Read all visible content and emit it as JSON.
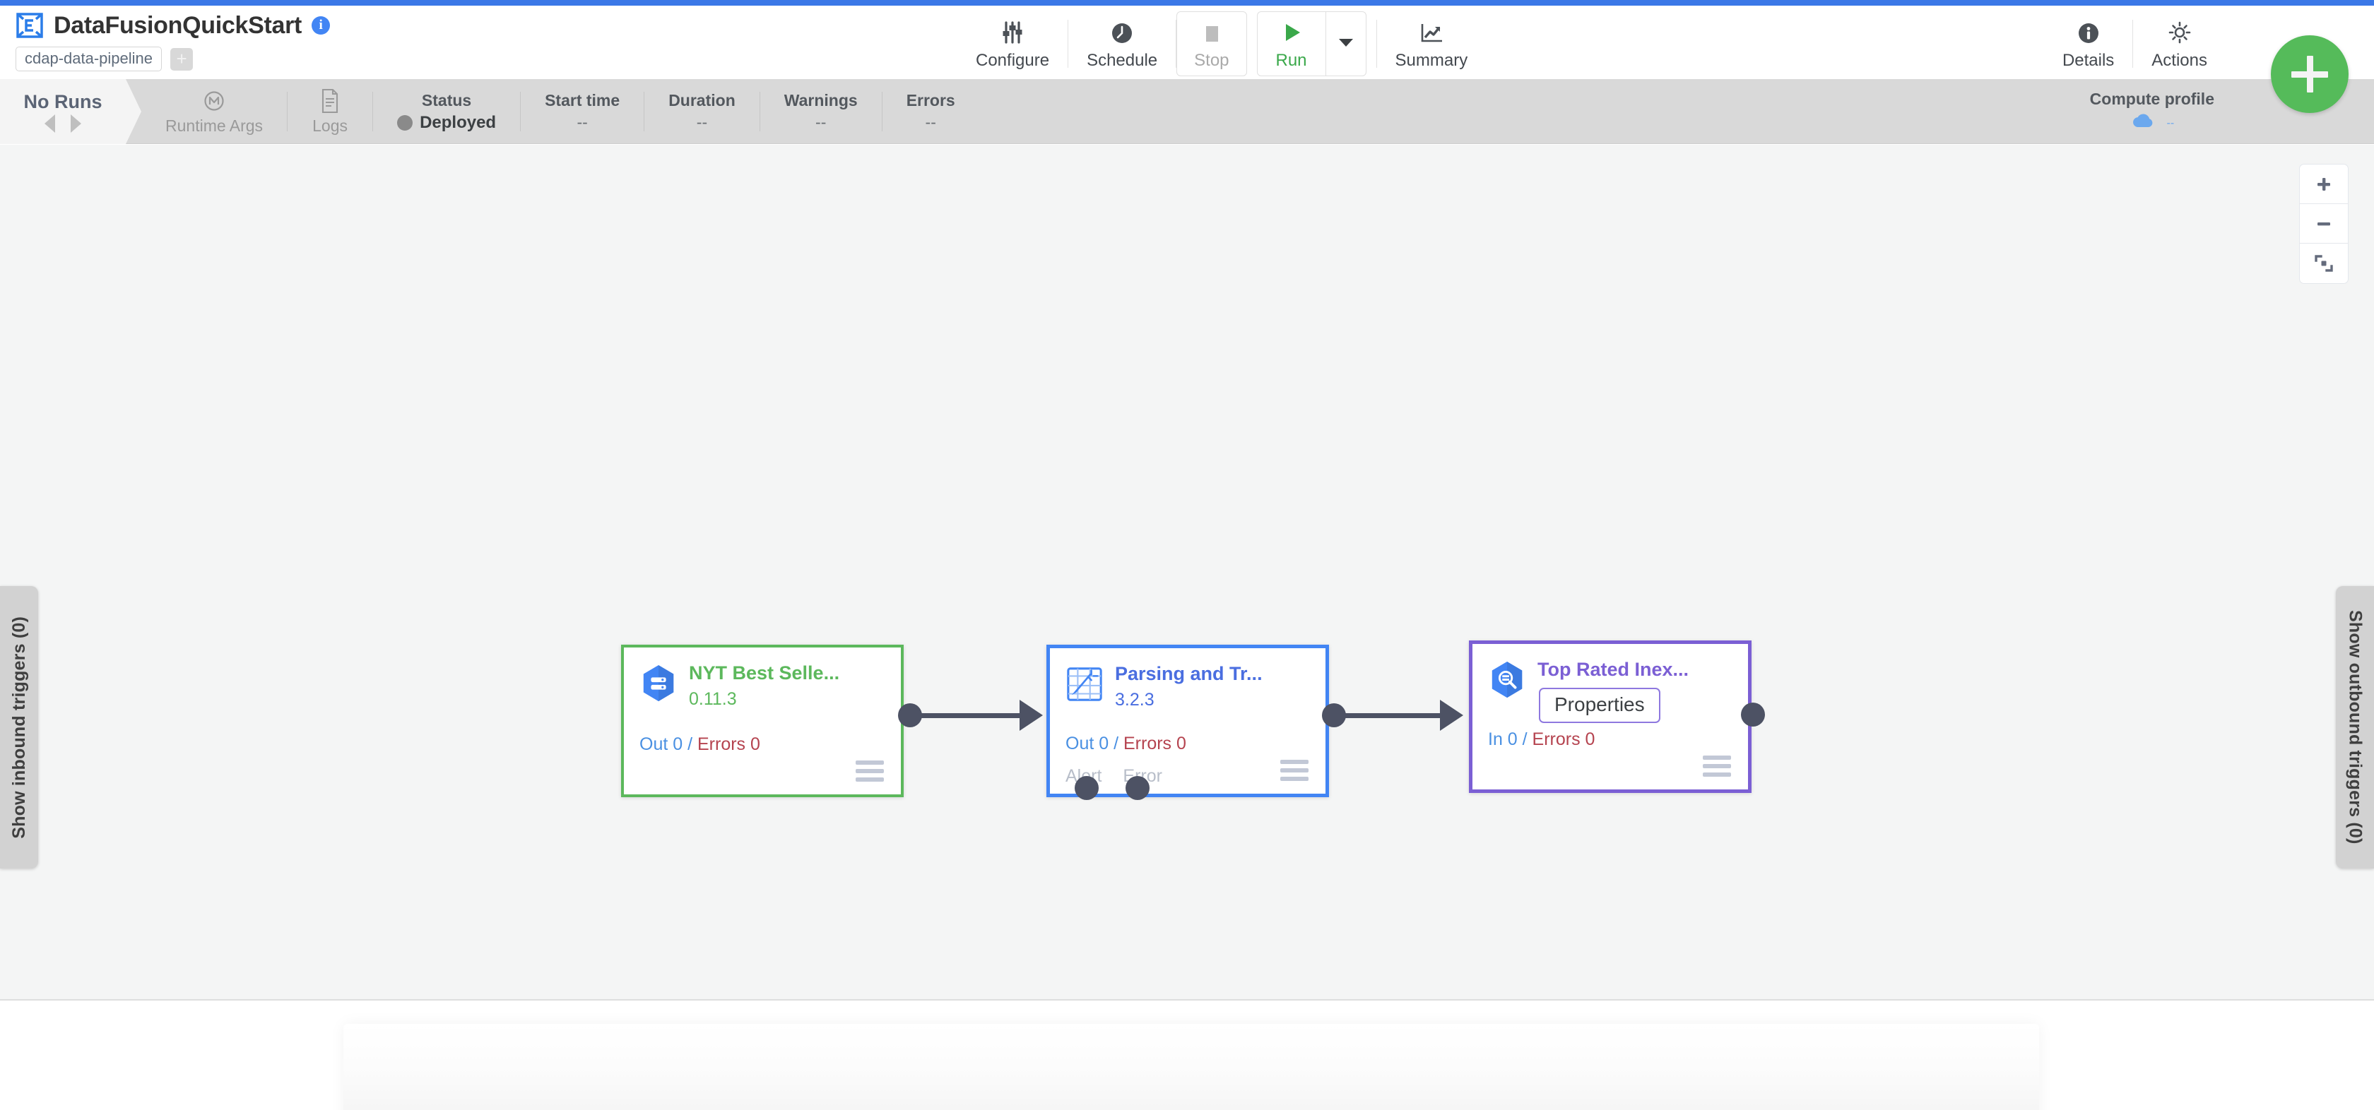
{
  "header": {
    "title": "DataFusionQuickStart",
    "info_icon": "info-icon",
    "logo_icon": "cdap-logo-icon",
    "tags": [
      "cdap-data-pipeline"
    ],
    "add_tag_label": "+"
  },
  "toolbar": {
    "configure": {
      "label": "Configure",
      "icon": "sliders-icon"
    },
    "schedule": {
      "label": "Schedule",
      "icon": "clock-icon"
    },
    "stop": {
      "label": "Stop",
      "icon": "stop-square-icon",
      "disabled": true
    },
    "run": {
      "label": "Run",
      "icon": "play-triangle-icon",
      "color": "#3aa84a"
    },
    "run_caret": "chevron-down-icon",
    "summary": {
      "label": "Summary",
      "icon": "trending-up-chart-icon"
    },
    "details": {
      "label": "Details",
      "icon": "info-circle-icon"
    },
    "actions": {
      "label": "Actions",
      "icon": "gear-icon"
    },
    "fab": {
      "label": "+",
      "icon": "plus-icon",
      "color": "#55bb5a"
    }
  },
  "runbar": {
    "no_runs_label": "No Runs",
    "prev_icon": "triangle-left-icon",
    "next_icon": "triangle-right-icon",
    "runtime_args": {
      "label": "Runtime Args",
      "icon": "macro-m-circle-icon"
    },
    "logs": {
      "label": "Logs",
      "icon": "document-lines-icon"
    },
    "metrics": [
      {
        "title": "Status",
        "value": "Deployed",
        "has_dot": true,
        "dot_color": "#8a8a8a"
      },
      {
        "title": "Start time",
        "value": "--",
        "has_dot": false
      },
      {
        "title": "Duration",
        "value": "--",
        "has_dot": false
      },
      {
        "title": "Warnings",
        "value": "--",
        "has_dot": false
      },
      {
        "title": "Errors",
        "value": "--",
        "has_dot": false
      }
    ],
    "compute_profile": {
      "title": "Compute profile",
      "value": "--",
      "icon": "cloud-icon",
      "icon_color": "#6ba8ee"
    }
  },
  "canvas": {
    "zoom_controls": [
      {
        "name": "zoom-in-icon",
        "label": "+"
      },
      {
        "name": "zoom-out-icon",
        "label": "−"
      },
      {
        "name": "fit-to-screen-icon",
        "label": ""
      }
    ],
    "inbound_triggers_label": "Show inbound triggers (0)",
    "outbound_triggers_label": "Show outbound triggers (0)",
    "properties_tooltip": "Properties",
    "nodes": [
      {
        "name": "NYT Best Selle...",
        "version": "0.11.3",
        "icon": "bigquery-source-icon",
        "metrics_prefix": "Out 0",
        "metrics_sep": " / ",
        "metrics_errors": "Errors 0",
        "border_color": "#5cb85c",
        "alerts": []
      },
      {
        "name": "Parsing and Tr...",
        "version": "3.2.3",
        "icon": "wrangler-transform-icon",
        "metrics_prefix": "Out 0",
        "metrics_sep": " / ",
        "metrics_errors": "Errors 0",
        "border_color": "#4285f4",
        "alerts": [
          "Alert",
          "Error"
        ]
      },
      {
        "name": "Top Rated Inex...",
        "version": "",
        "icon": "bigquery-sink-icon",
        "metrics_prefix": "In 0",
        "metrics_sep": " / ",
        "metrics_errors": "Errors 0",
        "border_color": "#7b5fd4",
        "alerts": []
      }
    ]
  }
}
